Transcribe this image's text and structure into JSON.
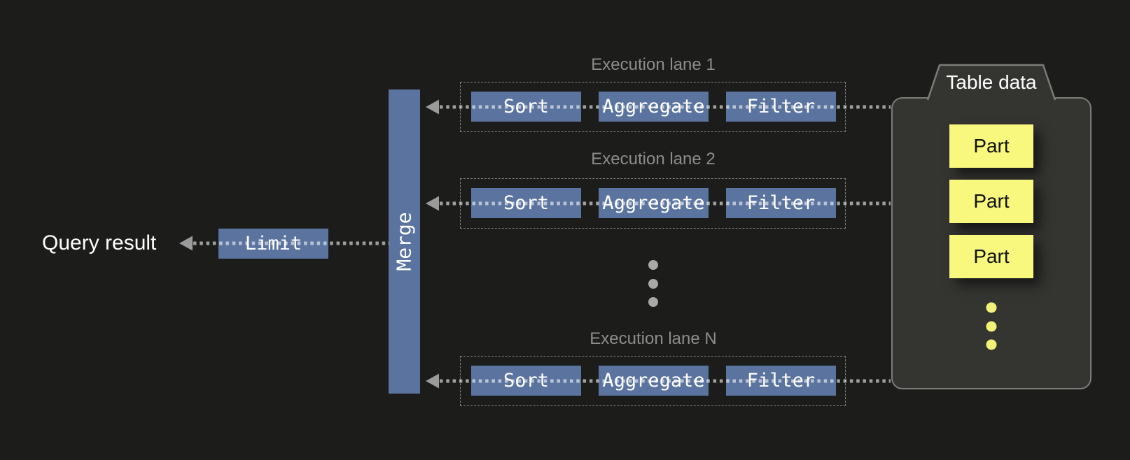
{
  "colors": {
    "background": "#1c1c1a",
    "operator_blue": "#5a739f",
    "panel_fill": "#343431",
    "panel_border": "#7b7b79",
    "part_yellow": "#f8f87e",
    "connector_gray": "#9b9b9b",
    "lane_label_gray": "#8d8d8d",
    "ellipsis_gray": "#a8a8a8",
    "ellipsis_yellow": "#f2f279"
  },
  "output": {
    "query_result_label": "Query result"
  },
  "operators": {
    "limit": "Limit",
    "merge": "Merge"
  },
  "lanes": [
    {
      "label": "Execution lane 1",
      "operators": [
        "Sort",
        "Aggregate",
        "Filter"
      ]
    },
    {
      "label": "Execution lane 2",
      "operators": [
        "Sort",
        "Aggregate",
        "Filter"
      ]
    },
    {
      "label": "Execution lane N",
      "operators": [
        "Sort",
        "Aggregate",
        "Filter"
      ]
    }
  ],
  "table_data": {
    "title": "Table data",
    "parts": [
      "Part",
      "Part",
      "Part"
    ]
  }
}
